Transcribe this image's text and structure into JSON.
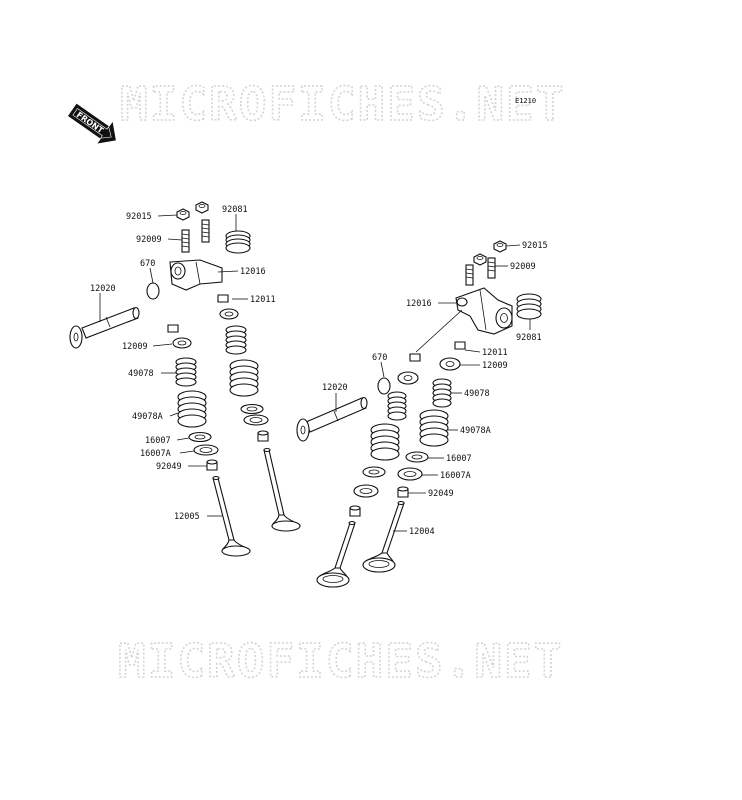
{
  "watermarks": [
    "MICROFICHES.NET",
    "MICROFICHES.NET"
  ],
  "diagram_code": "E1210",
  "front_label": "FRONT",
  "callouts": [
    {
      "id": "92015-left",
      "text": "92015"
    },
    {
      "id": "92081-left",
      "text": "92081"
    },
    {
      "id": "92009-left",
      "text": "92009"
    },
    {
      "id": "670-left",
      "text": "670"
    },
    {
      "id": "12016-left",
      "text": "12016"
    },
    {
      "id": "12020-left",
      "text": "12020"
    },
    {
      "id": "12011-left",
      "text": "12011"
    },
    {
      "id": "12009-left",
      "text": "12009"
    },
    {
      "id": "49078-left",
      "text": "49078"
    },
    {
      "id": "49078A-left",
      "text": "49078A"
    },
    {
      "id": "16007-left",
      "text": "16007"
    },
    {
      "id": "16007A-left",
      "text": "16007A"
    },
    {
      "id": "92049-left",
      "text": "92049"
    },
    {
      "id": "12005",
      "text": "12005"
    },
    {
      "id": "92015-right",
      "text": "92015"
    },
    {
      "id": "92009-right",
      "text": "92009"
    },
    {
      "id": "12016-right",
      "text": "12016"
    },
    {
      "id": "92081-right",
      "text": "92081"
    },
    {
      "id": "12011-right",
      "text": "12011"
    },
    {
      "id": "670-right",
      "text": "670"
    },
    {
      "id": "12009-right",
      "text": "12009"
    },
    {
      "id": "12020-right",
      "text": "12020"
    },
    {
      "id": "49078-right",
      "text": "49078"
    },
    {
      "id": "49078A-right",
      "text": "49078A"
    },
    {
      "id": "16007-right",
      "text": "16007"
    },
    {
      "id": "16007A-right",
      "text": "16007A"
    },
    {
      "id": "92049-right",
      "text": "92049"
    },
    {
      "id": "12004",
      "text": "12004"
    }
  ]
}
